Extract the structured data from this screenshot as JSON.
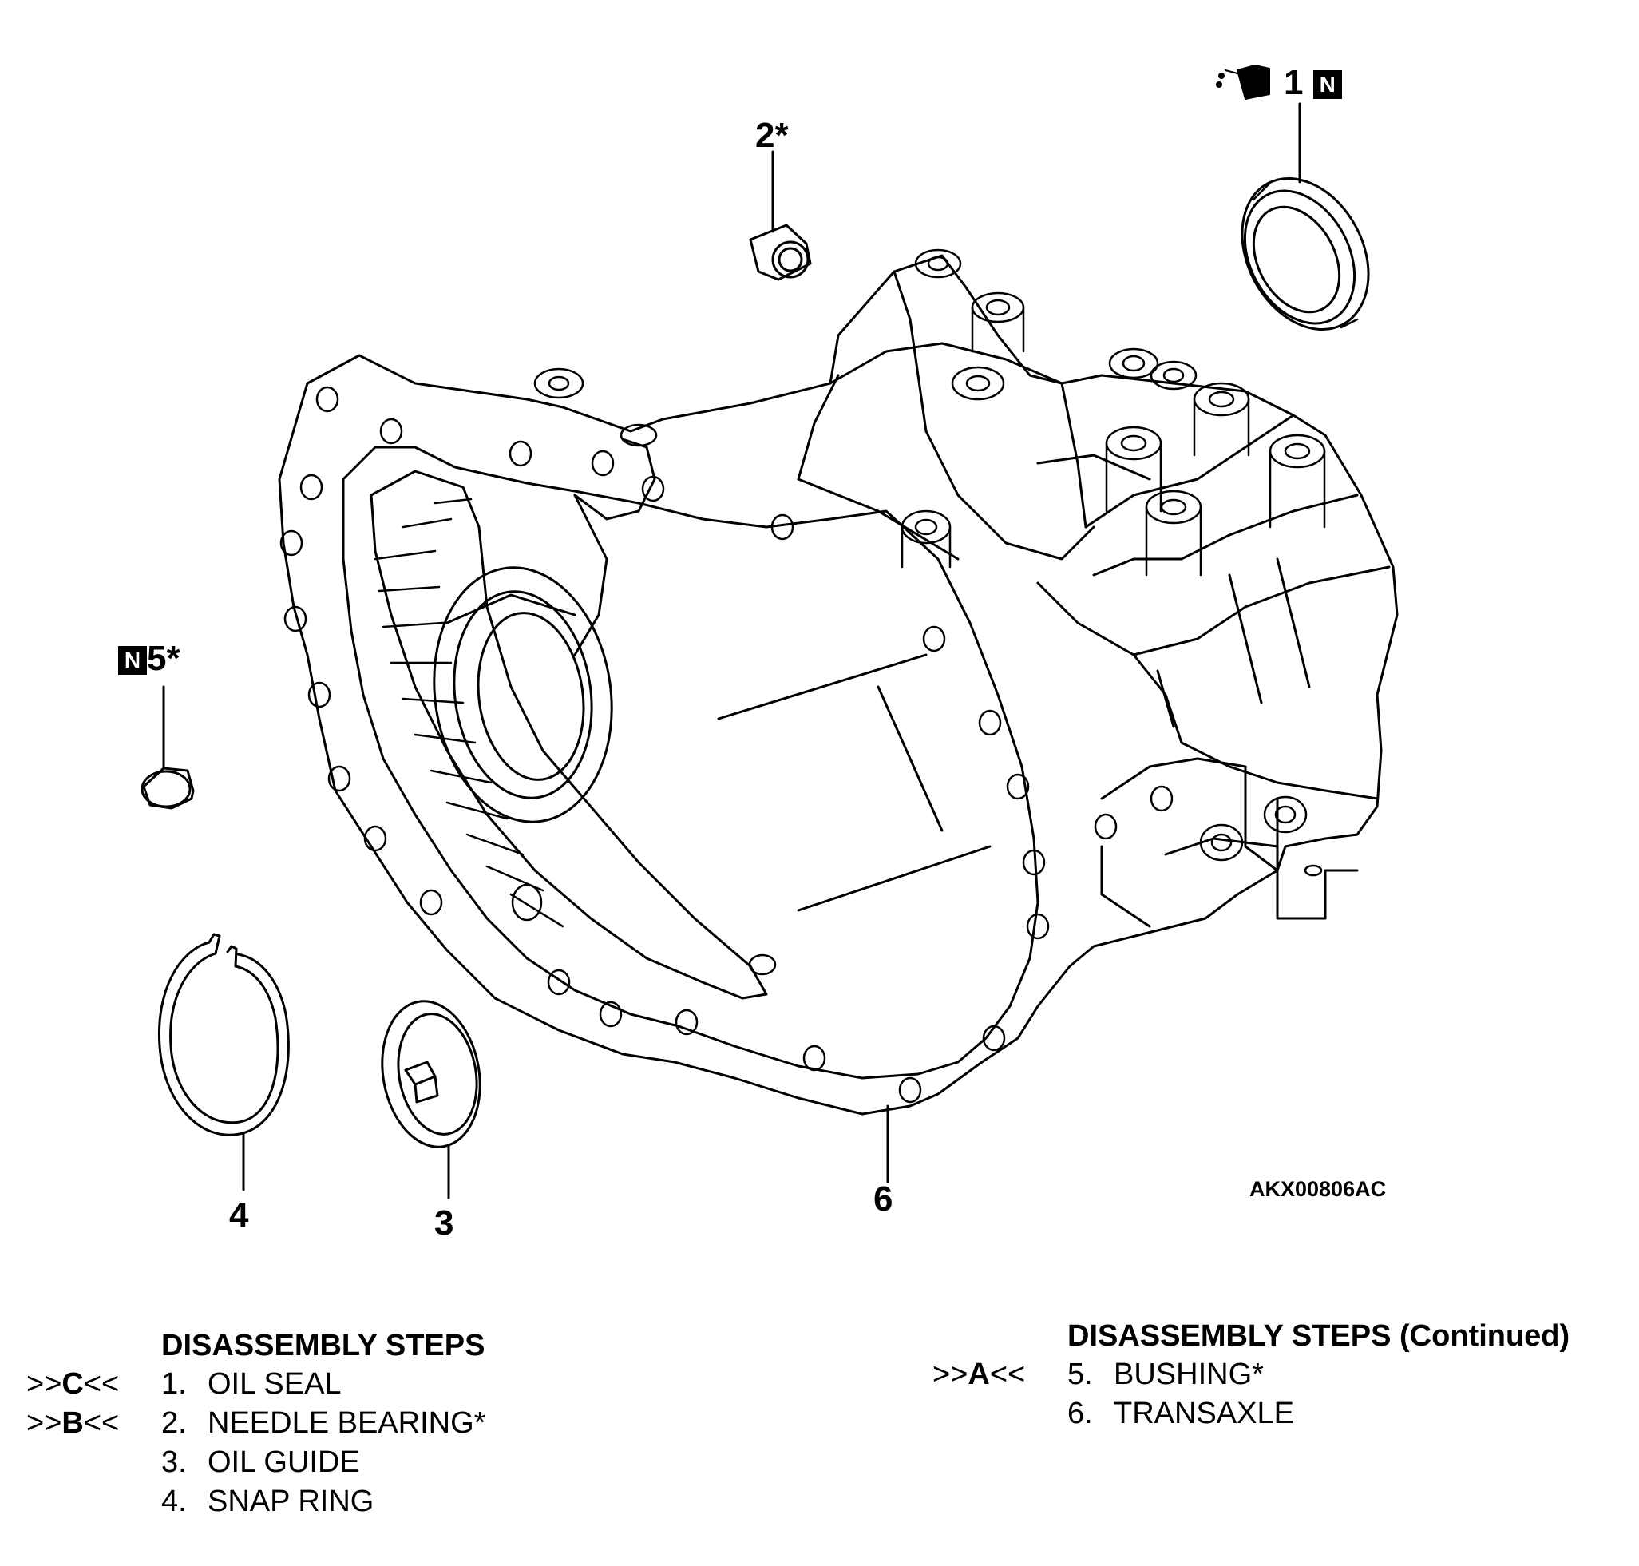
{
  "callouts": {
    "c1": "1",
    "c2": "2*",
    "c3": "3",
    "c4": "4",
    "c5": "5*",
    "c6": "6",
    "new_part_mark": "N"
  },
  "figure_id": "AKX00806AC",
  "steps_left": {
    "title": "DISASSEMBLY STEPS",
    "items": [
      {
        "ref_pre": ">>",
        "ref": "C",
        "ref_post": "<<",
        "num": "1.",
        "label": "OIL SEAL"
      },
      {
        "ref_pre": ">>",
        "ref": "B",
        "ref_post": "<<",
        "num": "2.",
        "label": "NEEDLE BEARING*"
      },
      {
        "ref_pre": "",
        "ref": "",
        "ref_post": "",
        "num": "3.",
        "label": "OIL GUIDE"
      },
      {
        "ref_pre": "",
        "ref": "",
        "ref_post": "",
        "num": "4.",
        "label": "SNAP RING"
      }
    ]
  },
  "steps_right": {
    "title": "DISASSEMBLY STEPS (Continued)",
    "items": [
      {
        "ref_pre": ">>",
        "ref": "A",
        "ref_post": "<<",
        "num": "5.",
        "label": "BUSHING*"
      },
      {
        "ref_pre": "",
        "ref": "",
        "ref_post": "",
        "num": "6.",
        "label": "TRANSAXLE"
      }
    ]
  }
}
